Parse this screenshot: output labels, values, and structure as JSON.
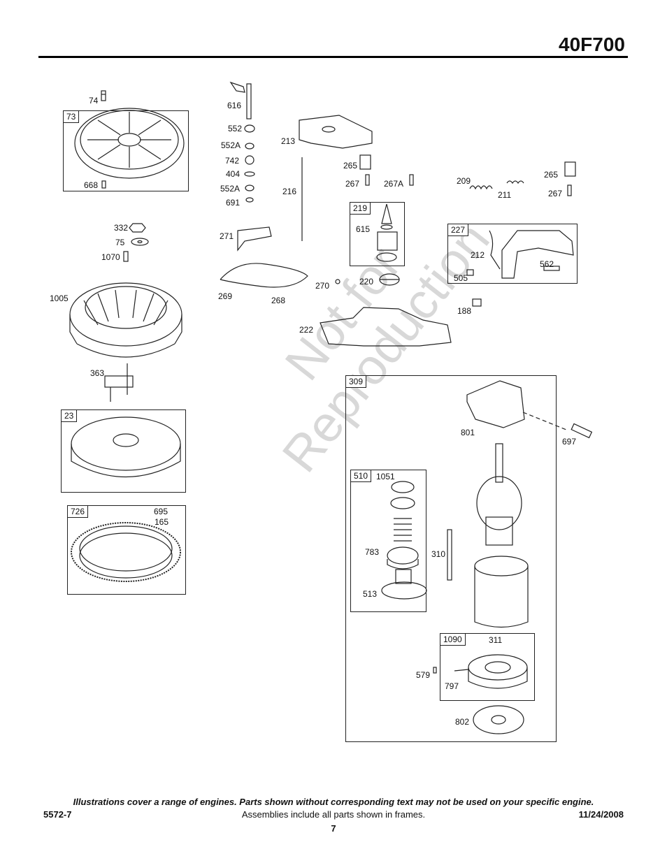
{
  "header": {
    "model": "40F700"
  },
  "watermark": {
    "line1": "Not for",
    "line2": "Reproduction"
  },
  "frames": {
    "f73": "73",
    "f23": "23",
    "f726": "726",
    "f219": "219",
    "f227": "227",
    "f309": "309",
    "f510": "510",
    "f1090": "1090"
  },
  "parts": {
    "p74": "74",
    "p668": "668",
    "p332": "332",
    "p75": "75",
    "p1070": "1070",
    "p1005": "1005",
    "p363": "363",
    "p695": "695",
    "p165": "165",
    "p616": "616",
    "p552": "552",
    "p552A_1": "552A",
    "p742": "742",
    "p404": "404",
    "p552A_2": "552A",
    "p691": "691",
    "p213": "213",
    "p216": "216",
    "p265_1": "265",
    "p267_1": "267",
    "p267A": "267A",
    "p209": "209",
    "p211": "211",
    "p265_2": "265",
    "p267_2": "267",
    "p615": "615",
    "p271": "271",
    "p212": "212",
    "p562": "562",
    "p505": "505",
    "p270": "270",
    "p220": "220",
    "p269": "269",
    "p268": "268",
    "p188": "188",
    "p222": "222",
    "p801": "801",
    "p697": "697",
    "p1051": "1051",
    "p783": "783",
    "p310": "310",
    "p513": "513",
    "p311": "311",
    "p579": "579",
    "p797": "797",
    "p802": "802"
  },
  "footer": {
    "note": "Illustrations cover a range of engines. Parts shown without corresponding text may not be used on your specific engine.",
    "doc_number": "5572-7",
    "frames_note": "Assemblies include all parts shown in frames.",
    "date": "11/24/2008",
    "page": "7"
  }
}
